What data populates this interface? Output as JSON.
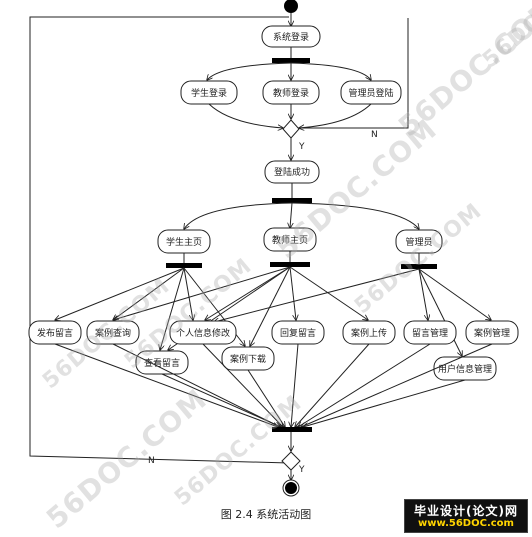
{
  "nodes": {
    "login": "系统登录",
    "student_login": "学生登录",
    "teacher_login": "教师登录",
    "admin_login": "管理员登陆",
    "login_success": "登陆成功",
    "student_home": "学生主页",
    "teacher_home": "教师主页",
    "admin": "管理员",
    "post_message": "发布留言",
    "case_query": "案例查询",
    "personal_info": "个人信息修改",
    "view_message": "查看留言",
    "case_download": "案例下载",
    "reply_message": "回复留言",
    "case_upload": "案例上传",
    "message_manage": "留言管理",
    "case_manage": "案例管理",
    "user_info_manage": "用户信息管理"
  },
  "guards": {
    "yes_1": "Y",
    "no_1": "N",
    "yes_2": "Y",
    "no_2": "N"
  },
  "caption": "图 2.4 系统活动图",
  "watermark": "56DOC.COM",
  "site_badge": {
    "title": "毕业设计(论文)网",
    "url": "www.56DOC.com"
  }
}
